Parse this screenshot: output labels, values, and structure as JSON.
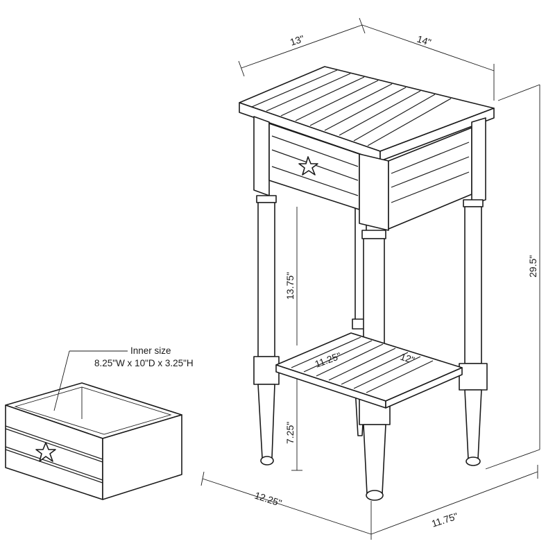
{
  "dimensions": {
    "top_width": "13\"",
    "top_depth": "14\"",
    "height": "29.5\"",
    "upper_clearance": "13.75\"",
    "lower_clearance": "7.25\"",
    "shelf_width": "11.25\"",
    "shelf_depth": "12\"",
    "base_width": "12.25\"",
    "base_depth": "11.75\""
  },
  "drawer_callout": {
    "title": "Inner size",
    "size": "8.25\"W x 10\"D x 3.25\"H"
  },
  "icons": [
    "starfish-knob-icon"
  ]
}
